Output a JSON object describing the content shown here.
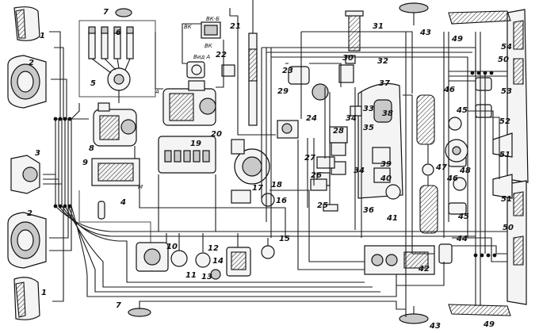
{
  "callouts": [
    "1",
    "2",
    "3",
    "4",
    "5",
    "6",
    "7",
    "8",
    "9",
    "10",
    "11",
    "12",
    "13",
    "14",
    "15",
    "16",
    "17",
    "18",
    "19",
    "20",
    "21",
    "22",
    "23",
    "24",
    "25",
    "26",
    "27",
    "28",
    "29",
    "30",
    "31",
    "32",
    "33",
    "34",
    "35",
    "36",
    "37",
    "38",
    "39",
    "40",
    "41",
    "42",
    "43",
    "44",
    "45",
    "46",
    "47",
    "48",
    "49",
    "50",
    "51",
    "52",
    "53",
    "54"
  ],
  "terminal_labels": {
    "vk_left": "ВК",
    "vk_b": "ВК-Б",
    "vk_bottom": "ВК",
    "vid_a": "Вид А",
    "arrow_a": "А",
    "term_m": "М"
  }
}
